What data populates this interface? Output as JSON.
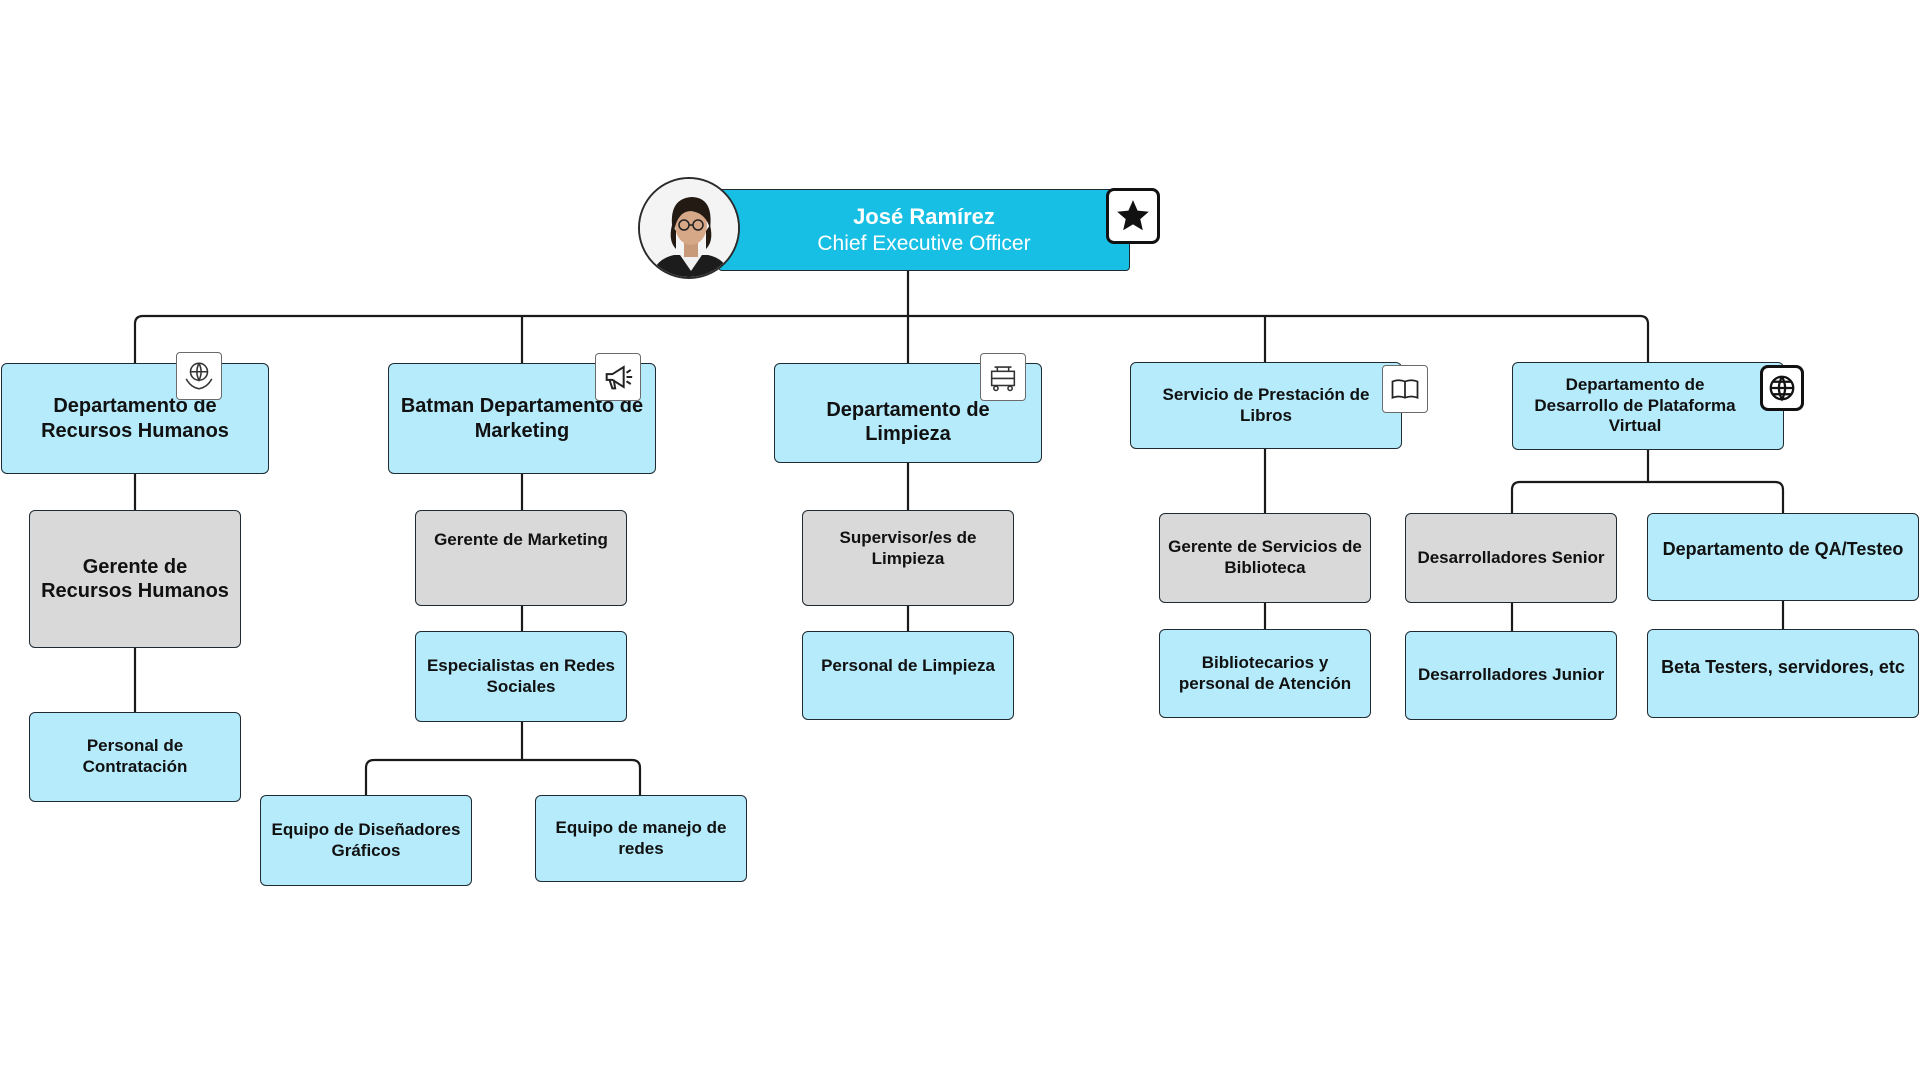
{
  "ceo": {
    "name": "José Ramírez",
    "title": "Chief Executive Officer"
  },
  "departments": [
    {
      "label": "Departamento de Recursos Humanos",
      "icon": "hands-globe-icon",
      "children": [
        {
          "label": "Gerente de Recursos Humanos"
        },
        {
          "label": "Personal de Contratación"
        }
      ]
    },
    {
      "label": "Batman Departamento de Marketing",
      "icon": "megaphone-icon",
      "children": [
        {
          "label": "Gerente de Marketing"
        },
        {
          "label": "Especialistas en Redes Sociales"
        },
        {
          "label": "Equipo de Diseñadores Gráficos"
        },
        {
          "label": "Equipo de manejo de redes"
        }
      ]
    },
    {
      "label": "Departamento de Limpieza",
      "icon": "cleaning-cart-icon",
      "children": [
        {
          "label": "Supervisor/es de Limpieza"
        },
        {
          "label": "Personal de Limpieza"
        }
      ]
    },
    {
      "label": "Servicio de Prestación de Libros",
      "icon": "open-book-icon",
      "children": [
        {
          "label": "Gerente de Servicios de Biblioteca"
        },
        {
          "label": "Bibliotecarios y personal de Atención"
        }
      ]
    },
    {
      "label": "Departamento de Desarrollo de Plataforma Virtual",
      "icon": "globe-icon",
      "children": [
        {
          "label": "Desarrolladores Senior"
        },
        {
          "label": "Desarrolladores Junior"
        },
        {
          "label": "Departamento de QA/Testeo"
        },
        {
          "label": "Beta Testers, servidores, etc"
        }
      ]
    }
  ]
}
